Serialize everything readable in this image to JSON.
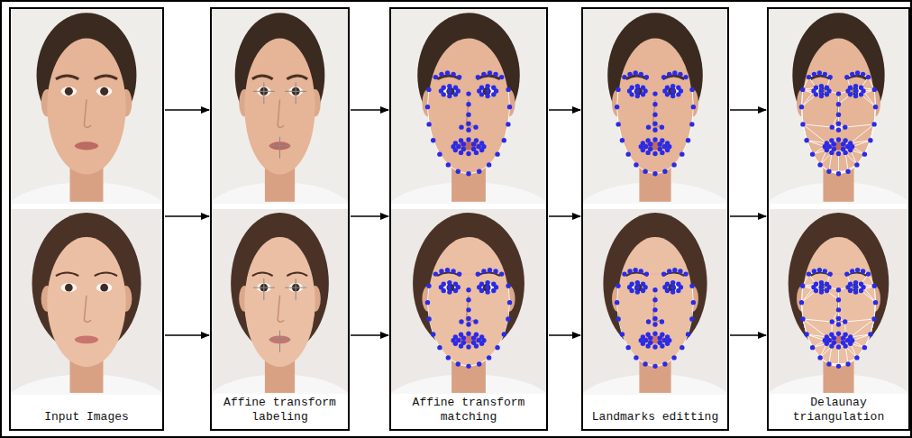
{
  "diagram": {
    "nodes": [
      {
        "text": [
          "Input Images"
        ]
      },
      {
        "text": [
          "Affine transform labeling"
        ]
      },
      {
        "text": [
          "Affine transform matching"
        ]
      },
      {
        "text": [
          "Landmarks editting"
        ]
      },
      {
        "text": [
          "Delaunay triangulation"
        ]
      }
    ],
    "edges": [
      {
        "from": 0,
        "to": 1,
        "arrow": "to"
      },
      {
        "from": 0,
        "to": 1,
        "arrow": "to"
      },
      {
        "from": 0,
        "to": 1,
        "arrow": "to"
      },
      {
        "from": 1,
        "to": 2,
        "arrow": "to"
      },
      {
        "from": 1,
        "to": 2,
        "arrow": "to"
      },
      {
        "from": 1,
        "to": 2,
        "arrow": "to"
      },
      {
        "from": 2,
        "to": 3,
        "arrow": "to"
      },
      {
        "from": 2,
        "to": 3,
        "arrow": "to"
      },
      {
        "from": 2,
        "to": 3,
        "arrow": "to"
      },
      {
        "from": 3,
        "to": 4,
        "arrow": "to"
      },
      {
        "from": 3,
        "to": 4,
        "arrow": "to"
      },
      {
        "from": 3,
        "to": 4,
        "arrow": "to"
      }
    ]
  }
}
